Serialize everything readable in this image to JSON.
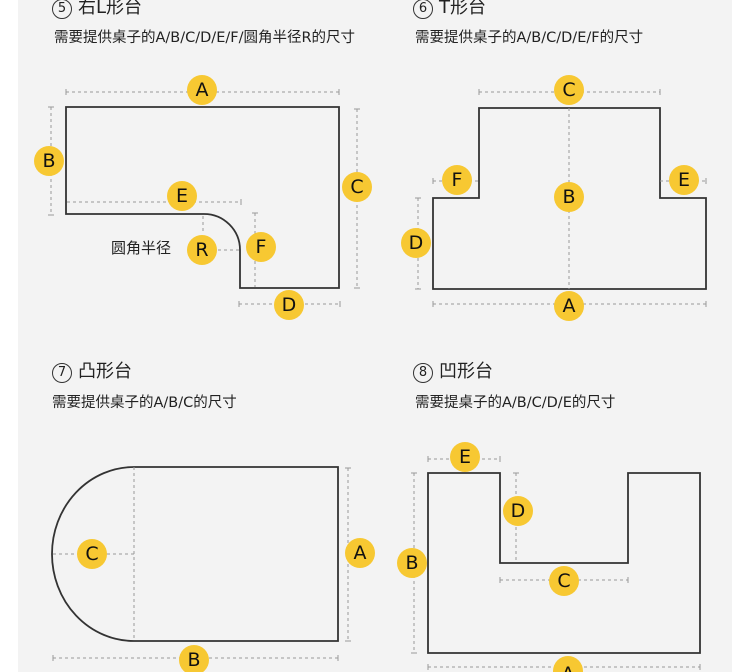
{
  "accent_color": "#f7c832",
  "sections": [
    {
      "number": "5",
      "title": "右L形台",
      "subtitle": "需要提供桌子的A/B/C/D/E/F/圆角半径R的尺寸",
      "labels": [
        "A",
        "B",
        "C",
        "D",
        "E",
        "F",
        "R"
      ],
      "radius_label": "圆角半径"
    },
    {
      "number": "6",
      "title": "T形台",
      "subtitle": "需要提供桌子的A/B/C/D/E/F的尺寸",
      "labels": [
        "A",
        "B",
        "C",
        "D",
        "E",
        "F"
      ]
    },
    {
      "number": "7",
      "title": "凸形台",
      "subtitle": "需要提供桌子的A/B/C的尺寸",
      "labels": [
        "A",
        "B",
        "C"
      ]
    },
    {
      "number": "8",
      "title": "凹形台",
      "subtitle": "需要提桌子的A/B/C/D/E的尺寸",
      "labels": [
        "A",
        "B",
        "C",
        "D",
        "E"
      ]
    }
  ]
}
